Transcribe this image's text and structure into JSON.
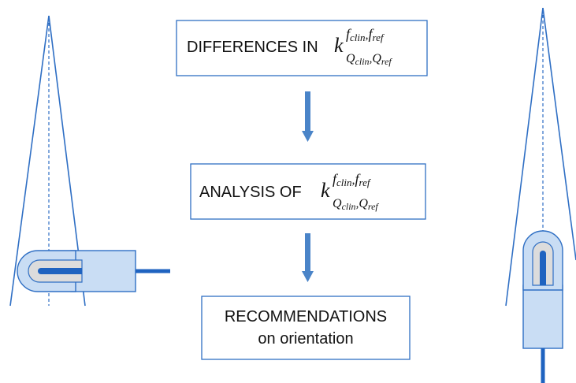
{
  "boxes": {
    "differences": {
      "prefix": "DIFFERENCES IN",
      "symbol": "k",
      "sup": "f",
      "sup_sub1": "clin",
      "sup_sep": ",",
      "sup2": "f",
      "sup_sub2": "ref",
      "sub": "Q",
      "sub_sub1": "clin",
      "sub_sep": ",",
      "sub2": "Q",
      "sub_sub2": "ref"
    },
    "analysis": {
      "prefix": "ANALYSIS OF",
      "symbol": "k",
      "sup": "f",
      "sup_sub1": "clin",
      "sup_sep": ",",
      "sup2": "f",
      "sup_sub2": "ref",
      "sub": "Q",
      "sub_sub1": "clin",
      "sub_sep": ",",
      "sub2": "Q",
      "sub_sub2": "ref"
    },
    "recommendations": {
      "line1": "RECOMMENDATIONS",
      "line2": "on orientation"
    }
  },
  "colors": {
    "line": "#2f6fc4",
    "arrow": "#4a84c8",
    "chamber_fill": "#c9ddf4",
    "chamber_inner": "#dcdcdc",
    "electrode": "#1f63c0"
  }
}
